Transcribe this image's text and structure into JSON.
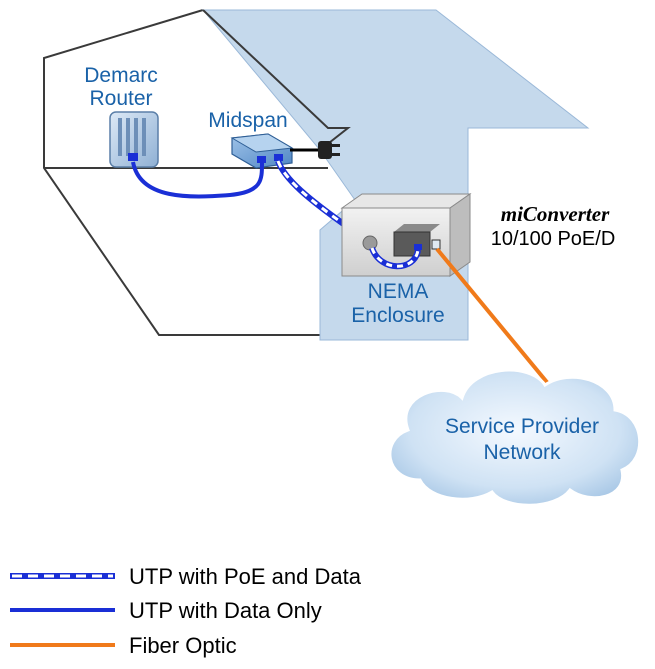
{
  "labels": {
    "demarc_line1": "Demarc",
    "demarc_line2": "Router",
    "midspan": "Midspan",
    "converter_name": "miConverter",
    "converter_model": "10/100 PoE/D",
    "nema_line1": "NEMA",
    "nema_line2": "Enclosure",
    "cloud_line1": "Service Provider",
    "cloud_line2": "Network"
  },
  "legend": [
    {
      "label": "UTP with PoE and Data",
      "style": "striped",
      "color": "#1a2fd6"
    },
    {
      "label": "UTP with Data Only",
      "style": "solid",
      "color": "#1a2fd6"
    },
    {
      "label": "Fiber Optic",
      "style": "solid",
      "color": "#f07a1a"
    }
  ],
  "colors": {
    "label_blue": "#1a62a8",
    "utp_blue": "#1a2fd6",
    "fiber_orange": "#f07a1a",
    "wall_fill": "#c5d9ec",
    "cloud_fill": "#bcd6ee"
  }
}
